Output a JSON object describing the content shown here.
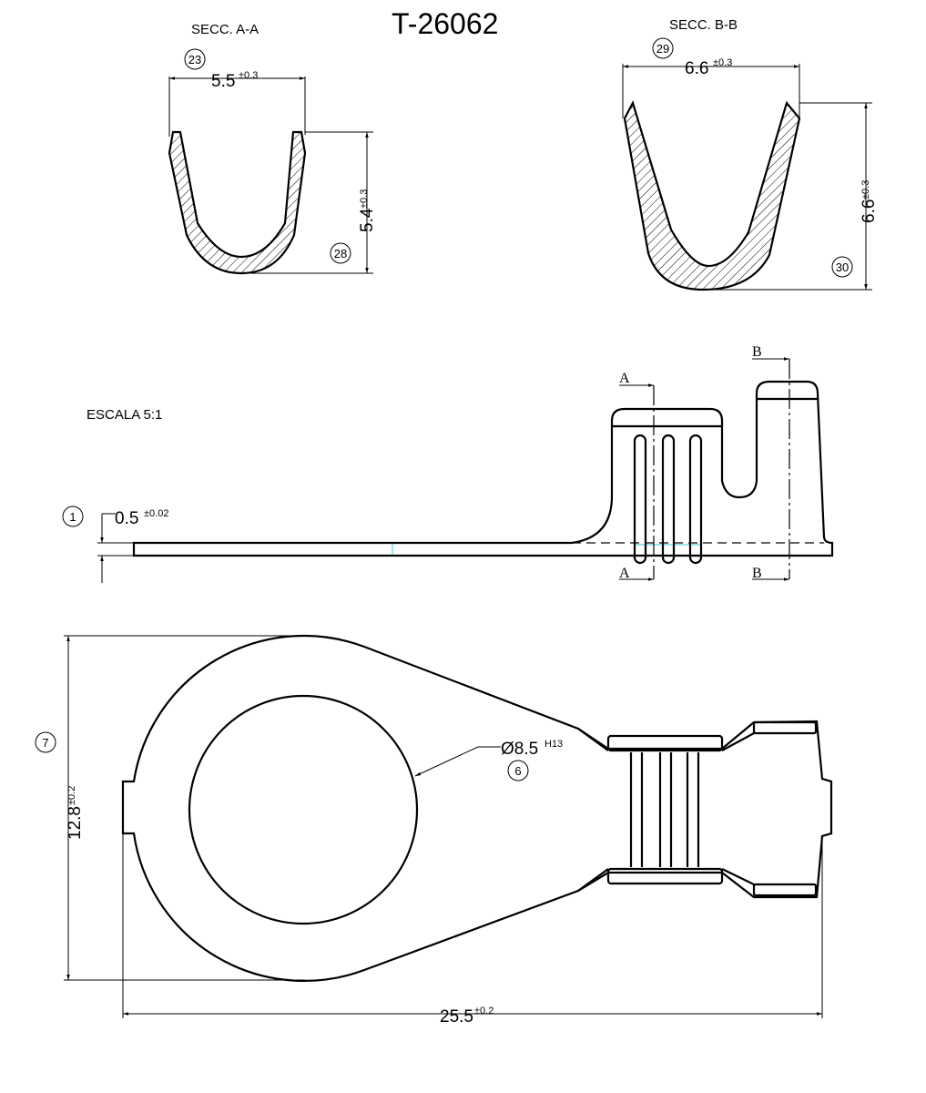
{
  "title": "T-26062",
  "scale_label": "ESCALA 5:1",
  "section_aa": {
    "label": "SECC. A-A",
    "width_dim": {
      "value": "5.5",
      "tol": "±0.3",
      "ref": "23"
    },
    "height_dim": {
      "value": "5.4",
      "tol": "±0.3",
      "ref": "28"
    }
  },
  "section_bb": {
    "label": "SECC. B-B",
    "width_dim": {
      "value": "6.6",
      "tol": "±0.3",
      "ref": "29"
    },
    "height_dim": {
      "value": "6.6",
      "tol": "±0.3",
      "ref": "30"
    }
  },
  "side_view": {
    "thickness_dim": {
      "value": "0.5",
      "tol": "±0.02",
      "ref": "1"
    },
    "cut_a": "A",
    "cut_b": "B"
  },
  "top_view": {
    "height_dim": {
      "value": "12.8",
      "tol": "±0.2",
      "ref": "7"
    },
    "length_dim": {
      "value": "25.5",
      "tol": "±0.2"
    },
    "hole_dim": {
      "value": "Ø8.5",
      "tol": "H13",
      "ref": "6"
    }
  },
  "colors": {
    "line": "#000000",
    "hidden_accent": "#3cc8d8"
  }
}
